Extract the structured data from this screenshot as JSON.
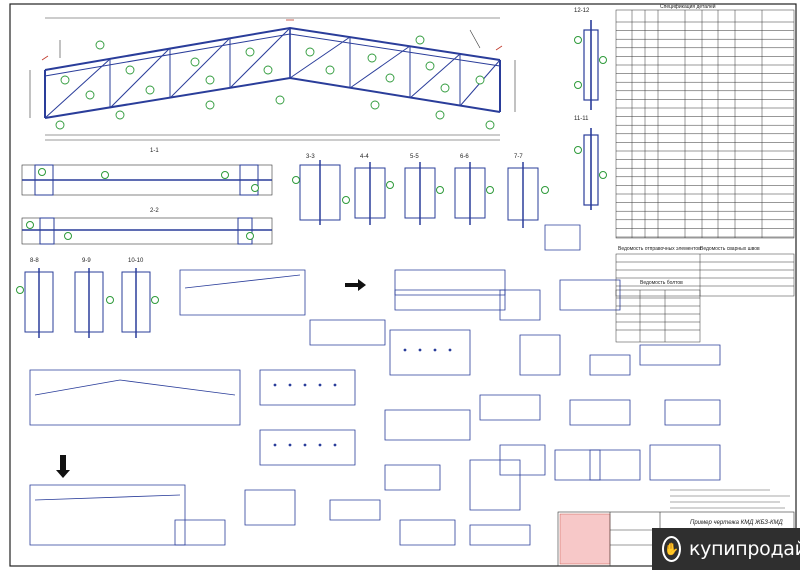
{
  "drawing": {
    "section_labels": [
      "12-12",
      "11-11",
      "1-1",
      "2-2",
      "3-3",
      "4-4",
      "5-5",
      "6-6",
      "7-7",
      "8-8",
      "9-9",
      "10-10"
    ],
    "spec_table_title": "Спецификация деталей",
    "mass_table_title": "Ведомость отправочных элементов",
    "welds_table_title": "Ведомость сварных швов",
    "bolts_table_title": "Ведомость болтов",
    "stamp_title": "Пример чертежа КМД",
    "stamp_code": "ЖБЗ-КМД"
  },
  "watermark": {
    "brand": "купипродай",
    "icon": "hand-icon"
  },
  "colors": {
    "ink": "#1a1a1a",
    "blue": "#2a3d9a",
    "green": "#2e9a3a",
    "red": "#c0392b",
    "watermark_bg": "#2f2f2f"
  }
}
